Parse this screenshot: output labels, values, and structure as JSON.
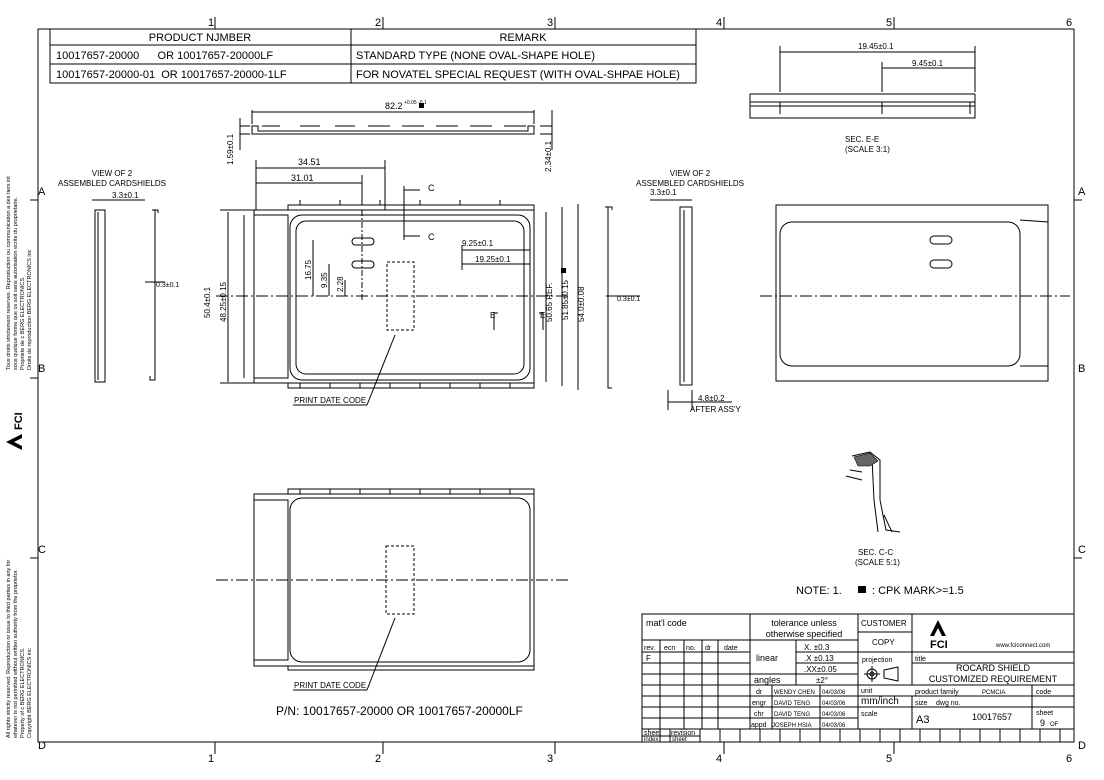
{
  "frame": {
    "col_markers": [
      "1",
      "2",
      "3",
      "4",
      "5",
      "6"
    ],
    "row_markers": [
      "A",
      "B",
      "C",
      "D"
    ]
  },
  "product_table": {
    "headers": [
      "PRODUCT NJMBER",
      "REMARK"
    ],
    "rows": [
      {
        "number": "10017657-20000      OR 10017657-20000LF",
        "remark": "STANDARD TYPE (NONE OVAL-SHAPE HOLE)"
      },
      {
        "number": "10017657-20000-01  OR 10017657-20000-1LF",
        "remark": "FOR NOVATEL SPECIAL REQUEST (WITH OVAL-SHPAE HOLE)"
      }
    ]
  },
  "side_notes": {
    "upper": [
      "Tous droits strictement reserves. Reproduction ou communication a des tiers int",
      "sous quelque forme que ce soit sans autorisation ecrite du proprietaire.",
      "Propriete de c BERG ELECTRONICS.",
      "Droits de reproduction BERG ELECTRONICS inc"
    ],
    "lower": [
      "All rights strictly reserved. Reproduction or issue to third parties in any for",
      "whatever is not permitted without written authority from the proprietor.",
      "Property of c BERG ELECTRONICS.",
      "Copyright BERG ELECTRONICS inc"
    ],
    "logo": "FCI"
  },
  "views": {
    "left_view_title": [
      "VIEW OF 2",
      "ASSEMBLED CARDSHIELDS"
    ],
    "right_view_title": [
      "VIEW OF 2",
      "ASSEMBLED CARDSHIELDS"
    ],
    "left_dims": {
      "width": "3.3±0.1",
      "thick": "0.3±0.1"
    },
    "right_dims": {
      "width": "3.3±0.1",
      "thick": "0.3±0.1",
      "after": "4.8±0.2",
      "after_label": "AFTER ASS'Y"
    },
    "main_dims": {
      "overall": "82.2",
      "overall_tol": "+0.05 -0.1",
      "left_h": "1.59±0.1",
      "right_h": "2.34±0.1",
      "d1": "34.51",
      "d2": "31.01",
      "d3": "9.25±0.1",
      "d4": "19.25±0.1",
      "v1": "16.75",
      "v2": "9.35",
      "v3": "2.28",
      "h1": "50.4±0.1",
      "h2": "48.25±0.15",
      "h3": "50.65 REF.",
      "h4": "51.85±0.15",
      "h5": "54.0±0.08",
      "section_mark_1": "C",
      "section_mark_2": "C",
      "e1": "E",
      "e2": "E"
    },
    "print_date_code": "PRINT DATE CODE",
    "print_date_code_2": "PRINT DATE CODE",
    "pn_label": "P/N: 10017657-20000 OR 10017657-20000LF",
    "sec_ee": {
      "title": "SEC. E-E",
      "scale": "(SCALE 3:1)",
      "d1": "19.45±0.1",
      "d2": "9.45±0.1"
    },
    "sec_cc": {
      "title": "SEC. C-C",
      "scale": "(SCALE 5:1)"
    },
    "note": "NOTE: 1.",
    "note_text": ": CPK MARK>=1.5"
  },
  "title_block": {
    "matl_code": "mat'l code",
    "rev_headers": [
      "rev.",
      "ecn",
      "no.",
      "dr",
      "date"
    ],
    "rev_value": "F",
    "tolerance_title": [
      "tolerance unless",
      "otherwise specified"
    ],
    "linear_label": "linear",
    "tol_x": "X.  ±0.3",
    "tol_xx": ".X  ±0.13",
    "tol_xxx": ".XX±0.05",
    "angles_label": "angles",
    "angles_val": "±2°",
    "customer": "CUSTOMER",
    "copy": "COPY",
    "projection": "projection",
    "signoffs": [
      {
        "role": "dr",
        "name": "WENDY CHEN",
        "date": "04/03/06"
      },
      {
        "role": "engr",
        "name": "DAVID TENG",
        "date": "04/03/06"
      },
      {
        "role": "chr",
        "name": "DAVID TENG",
        "date": "04/03/06"
      },
      {
        "role": "appd",
        "name": "JOSEPH HSIA",
        "date": "04/03/06"
      }
    ],
    "unit_label": "unit",
    "unit_val": "mm/inch",
    "scale_label": "scale",
    "company": "FCI",
    "website": "www.fciconnect.com",
    "title_label": "title",
    "title_lines": [
      "ROCARD SHIELD",
      "CUSTOMIZED REQUIREMENT"
    ],
    "product_family_label": "product family",
    "product_family_val": "PCMCIA",
    "code_label": "code",
    "size_label": "size",
    "size_val": "A3",
    "dwg_label": "dwg no.",
    "dwg_val": "10017657",
    "sheet_label": "sheet",
    "sheet_val": "9",
    "sheet_of": "OF",
    "bottom_row": {
      "sheet": "sheet",
      "revision": "revision",
      "index": "index",
      "sheet2": "sheet"
    }
  },
  "colors": {
    "ink": "#000000",
    "paper": "#ffffff"
  }
}
